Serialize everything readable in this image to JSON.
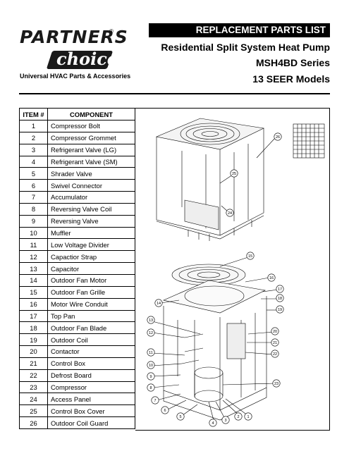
{
  "logo": {
    "brand": "PARTNERS",
    "registered": "®",
    "sub": "choice",
    "tagline": "Universal HVAC Parts & Accessories"
  },
  "header": {
    "title_bar": "REPLACEMENT PARTS LIST",
    "line1": "Residential Split System Heat Pump",
    "line2": "MSH4BD Series",
    "line3": "13 SEER Models"
  },
  "table": {
    "col_item": "ITEM #",
    "col_component": "COMPONENT",
    "rows": [
      {
        "num": "1",
        "name": "Compressor Bolt"
      },
      {
        "num": "2",
        "name": "Compressor Grommet"
      },
      {
        "num": "3",
        "name": "Refrigerant Valve (LG)"
      },
      {
        "num": "4",
        "name": "Refrigerant Valve (SM)"
      },
      {
        "num": "5",
        "name": "Shrader Valve"
      },
      {
        "num": "6",
        "name": "Swivel Connector"
      },
      {
        "num": "7",
        "name": "Accumulator"
      },
      {
        "num": "8",
        "name": "Reversing Valve Coil"
      },
      {
        "num": "9",
        "name": "Reversing Valve"
      },
      {
        "num": "10",
        "name": "Muffler"
      },
      {
        "num": "11",
        "name": "Low Voltage Divider"
      },
      {
        "num": "12",
        "name": "Capactior  Strap"
      },
      {
        "num": "13",
        "name": "Capacitor"
      },
      {
        "num": "14",
        "name": "Outdoor Fan Motor"
      },
      {
        "num": "15",
        "name": "Outdoor Fan Grille"
      },
      {
        "num": "16",
        "name": "Motor Wire Conduit"
      },
      {
        "num": "17",
        "name": "Top Pan"
      },
      {
        "num": "18",
        "name": "Outdoor Fan Blade"
      },
      {
        "num": "19",
        "name": "Outdoor Coil"
      },
      {
        "num": "20",
        "name": "Contactor"
      },
      {
        "num": "21",
        "name": "Control Box"
      },
      {
        "num": "22",
        "name": "Defrost Board"
      },
      {
        "num": "23",
        "name": "Compressor"
      },
      {
        "num": "24",
        "name": "Access Panel"
      },
      {
        "num": "25",
        "name": "Control Box Cover"
      },
      {
        "num": "26",
        "name": "Outdoor Coil Guard"
      }
    ]
  },
  "callouts": [
    "26",
    "25",
    "24",
    "15",
    "16",
    "17",
    "18",
    "19",
    "14",
    "13",
    "12",
    "20",
    "21",
    "22",
    "11",
    "10",
    "9",
    "8",
    "23",
    "7",
    "6",
    "5",
    "4",
    "3",
    "2",
    "1"
  ]
}
